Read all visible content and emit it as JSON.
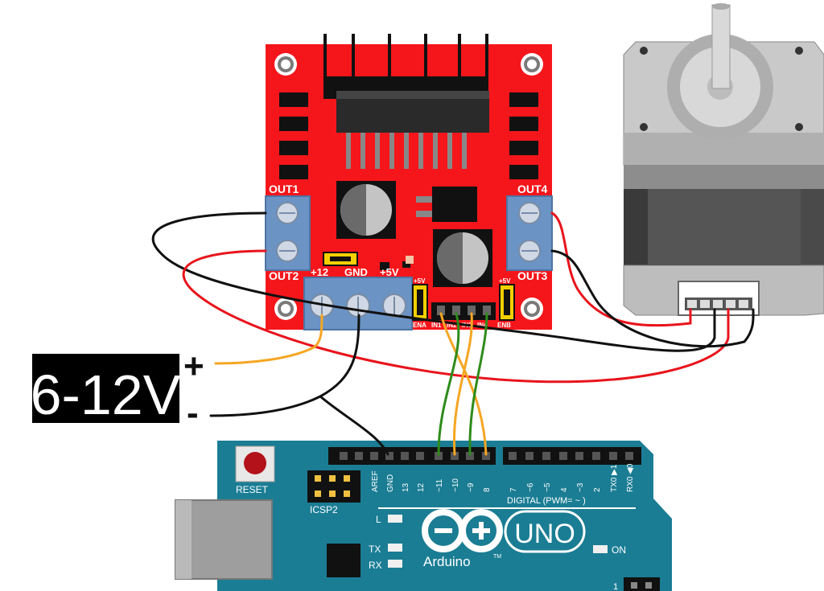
{
  "power": {
    "voltage": "6-12V",
    "plus": "+",
    "minus": "-"
  },
  "driver": {
    "out1": "OUT1",
    "out2": "OUT2",
    "out3": "OUT3",
    "out4": "OUT4",
    "v12": "+12",
    "gnd": "GND",
    "v5": "+5V",
    "jumper_5v_left": "+5V",
    "jumper_5v_right": "+5V",
    "control_pins": [
      "ENA",
      "IN1",
      "IN2",
      "IN3",
      "IN4",
      "ENB"
    ]
  },
  "arduino": {
    "reset": "RESET",
    "icsp": "ICSP2",
    "header_pins": [
      "AREF",
      "GND",
      "13",
      "12",
      "~11",
      "~10",
      "~9",
      "8",
      "7",
      "~6",
      "~5",
      "4",
      "~3",
      "2",
      "TX0 ▶1",
      "RX0 ◀0"
    ],
    "digital": "DIGITAL (PWM= ~ )",
    "led_l": "L",
    "led_tx": "TX",
    "led_rx": "RX",
    "brand": "Arduino",
    "tm": "TM",
    "model": "UNO",
    "on": "ON",
    "pin1": "1"
  },
  "colors": {
    "driver_red": "#f5161b",
    "arduino_teal": "#1a7d94",
    "terminal_blue": "#6b93c4",
    "wire_black": "#111111",
    "wire_red": "#e8141c",
    "wire_orange": "#f5a623",
    "wire_green": "#2e8b1a"
  }
}
